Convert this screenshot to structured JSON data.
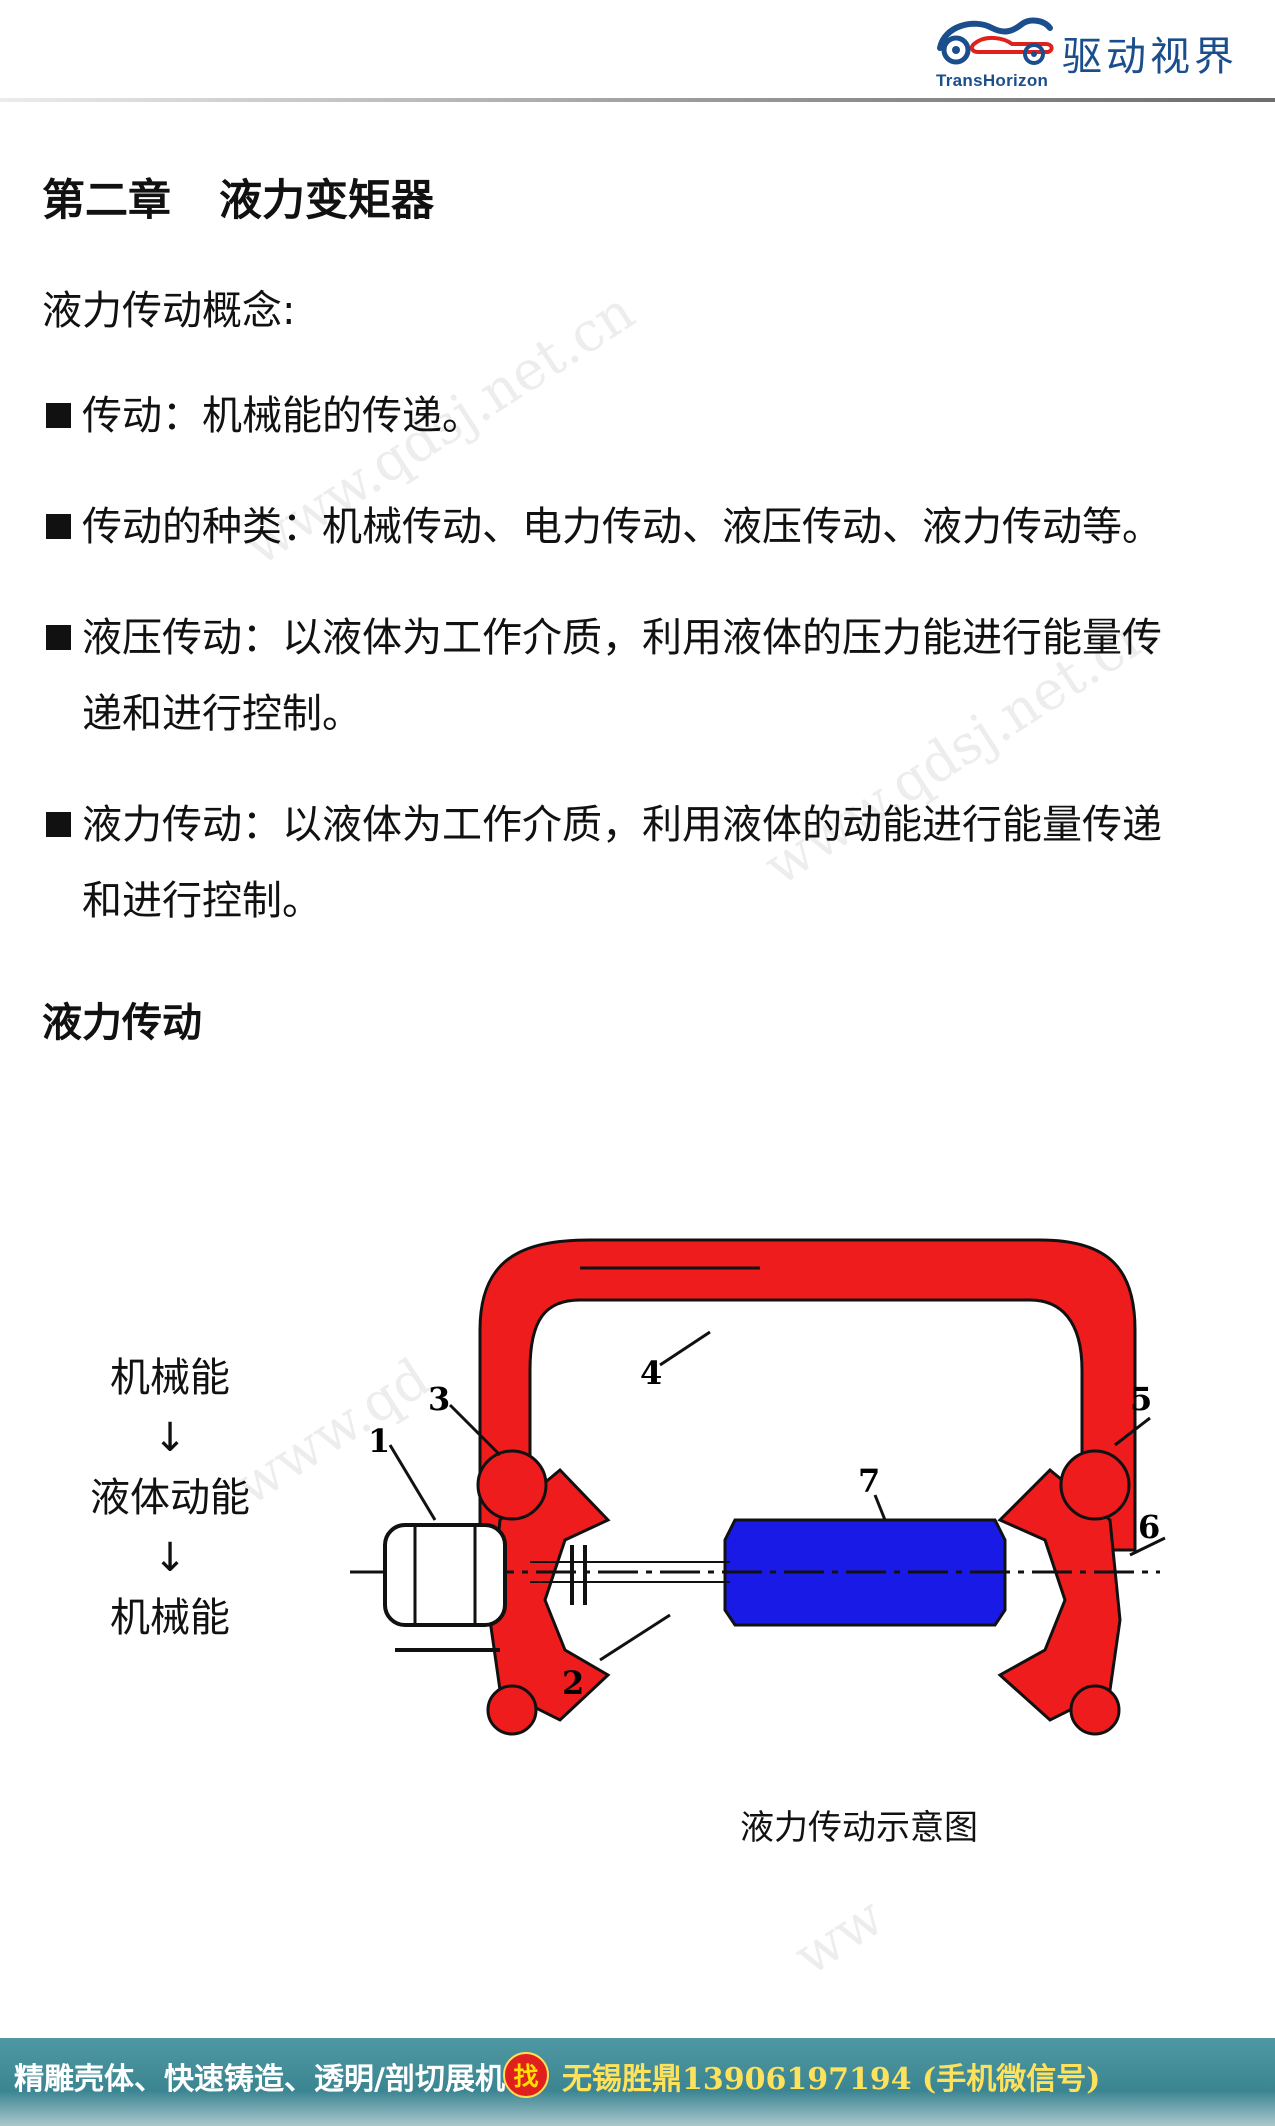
{
  "brand": {
    "name_en": "TransHorizon",
    "name_cn": "驱动视界"
  },
  "watermarks": [
    "www.qdsj.net.cn",
    "www.qdsj.net.cn",
    "www.qd",
    "ww"
  ],
  "chapter": {
    "number": "第二章",
    "title": "液力变矩器"
  },
  "concept_heading": "液力传动概念:",
  "bullets": [
    {
      "lines": [
        "传动：机械能的传递。"
      ]
    },
    {
      "lines": [
        "传动的种类：机械传动、电力传动、液压传动、液力传动等。"
      ]
    },
    {
      "lines": [
        "液压传动：以液体为工作介质，利用液体的压力能进行能量传",
        "递和进行控制。"
      ]
    },
    {
      "lines": [
        "液力传动：以液体为工作介质，利用液体的动能进行能量传递",
        "和进行控制。"
      ]
    }
  ],
  "section2_heading": "液力传动",
  "energy_flow": {
    "step1": "机械能",
    "arrow1": "↓",
    "step2": "液体动能",
    "arrow2": "↓",
    "step3": "机械能"
  },
  "diagram": {
    "labels": [
      "1",
      "2",
      "3",
      "4",
      "5",
      "6",
      "7"
    ],
    "caption": "液力传动示意图",
    "colors": {
      "housing": "#ee1c1c",
      "shaft": "#1a1ae6",
      "line": "#111111"
    }
  },
  "footer": {
    "left_text": "精雕壳体、快速铸造、透明/剖切展机",
    "badge": "找",
    "right_text": "无锡胜鼎13906197194 (手机微信号)"
  }
}
